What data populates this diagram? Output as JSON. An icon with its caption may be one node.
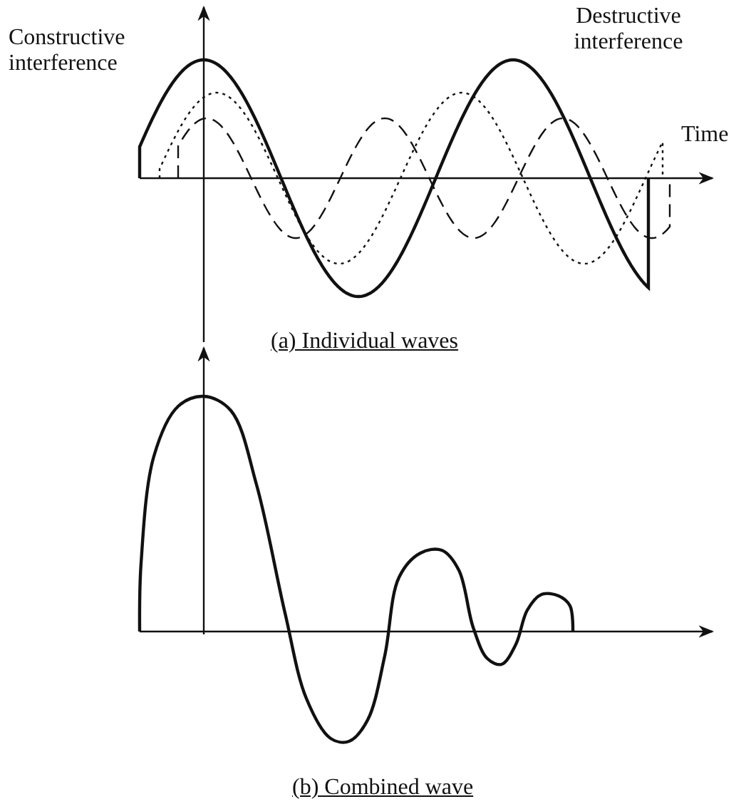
{
  "diagram": {
    "labels": [
      "Constructive interference",
      "Destructive interference",
      "Time",
      "(a) Individual waves",
      "(b) Combined wave"
    ]
  }
}
